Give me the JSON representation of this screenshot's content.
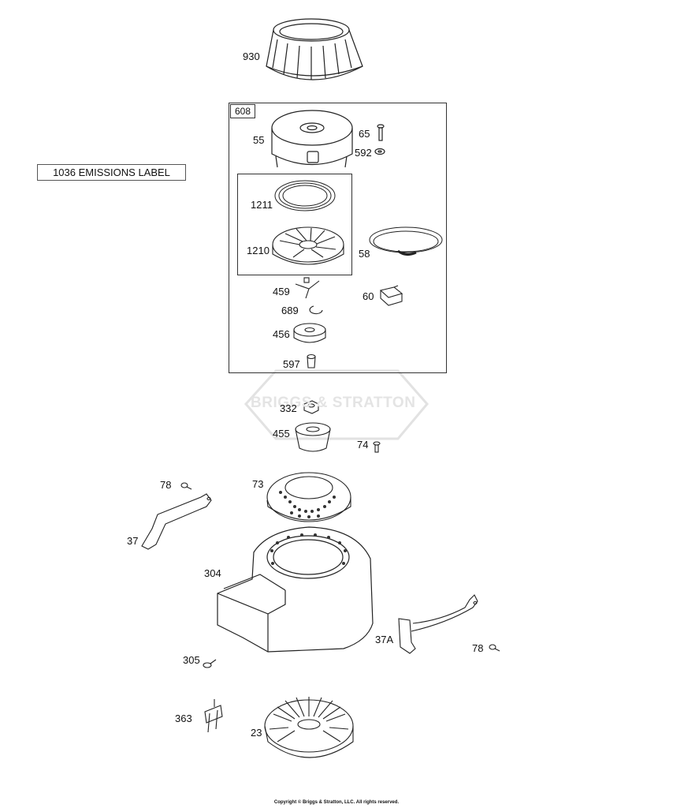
{
  "watermark": "BRIGGS & STRATTON",
  "emissions_label": "1036 EMISSIONS LABEL",
  "group_label": "608",
  "copyright": "Copyright © Briggs & Stratton, LLC. All rights reserved.",
  "parts": {
    "p930": "930",
    "p55": "55",
    "p65": "65",
    "p592": "592",
    "p1211": "1211",
    "p1210": "1210",
    "p58": "58",
    "p459": "459",
    "p689": "689",
    "p60": "60",
    "p456": "456",
    "p597": "597",
    "p332": "332",
    "p455": "455",
    "p74": "74",
    "p78a": "78",
    "p73": "73",
    "p37": "37",
    "p304": "304",
    "p37A": "37A",
    "p78b": "78",
    "p305": "305",
    "p363": "363",
    "p23": "23"
  }
}
